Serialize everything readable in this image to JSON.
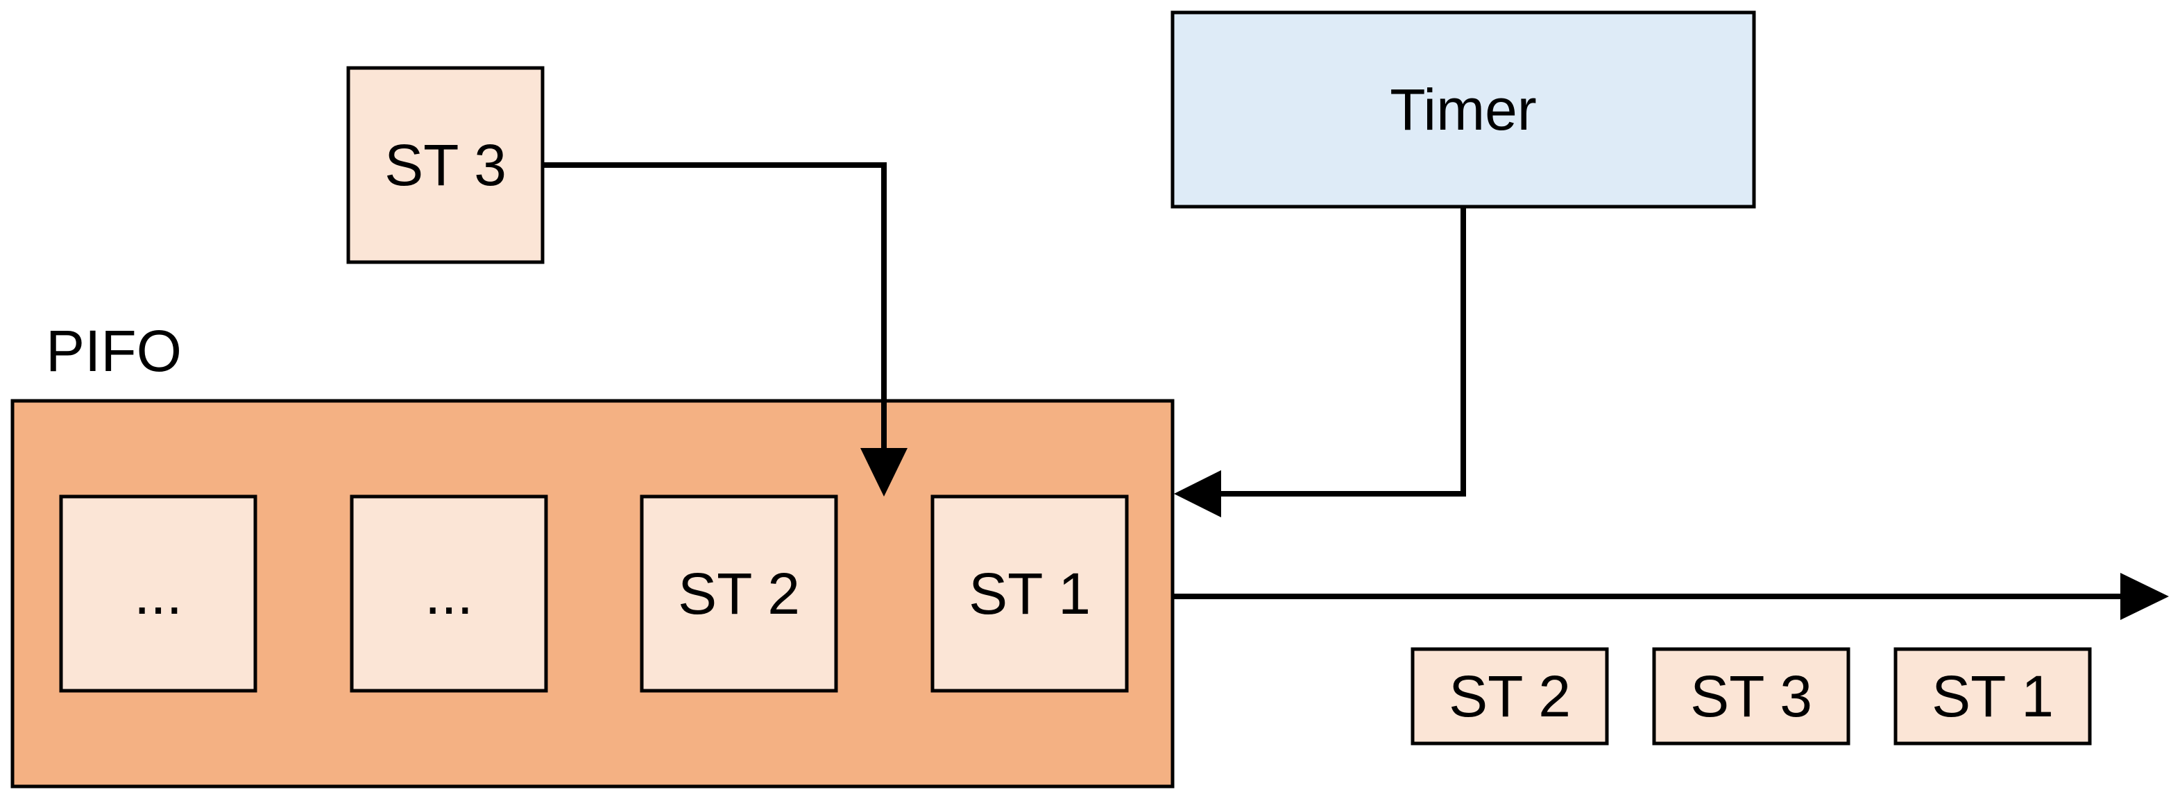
{
  "colors": {
    "pifo_fill": "#f4b183",
    "cell_fill": "#fbe5d6",
    "timer_fill": "#deebf7",
    "stroke": "#000000"
  },
  "pifo": {
    "label": "PIFO",
    "cells": [
      "...",
      "...",
      "ST 2",
      "ST 1"
    ]
  },
  "incoming": {
    "label": "ST 3"
  },
  "timer": {
    "label": "Timer"
  },
  "output": {
    "items": [
      "ST 2",
      "ST 3",
      "ST 1"
    ]
  }
}
